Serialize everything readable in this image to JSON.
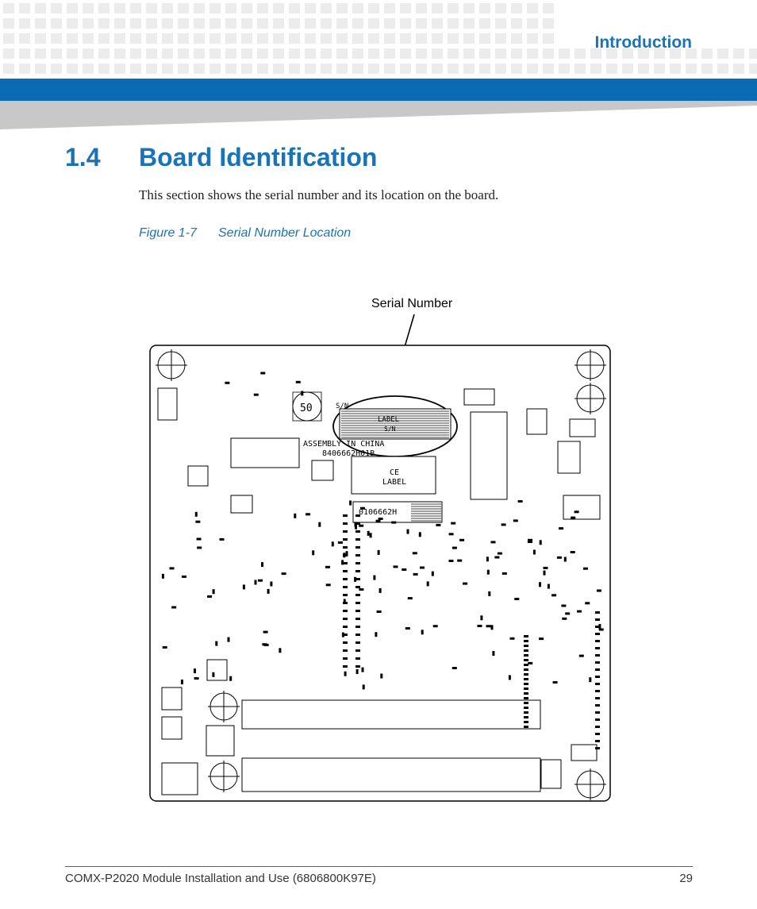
{
  "header": {
    "section_title": "Introduction"
  },
  "content": {
    "section_number": "1.4",
    "section_heading": "Board Identification",
    "body_text": "This section shows the serial number and its location on the board.",
    "figure_number": "Figure 1-7",
    "figure_title": "Serial Number Location"
  },
  "figure": {
    "annotation": "Serial Number",
    "board_labels": {
      "mount_hole_number": "50",
      "sn_prefix": "S/N",
      "label_title": "LABEL",
      "label_sn": "S/N",
      "assembly_text": "ASSEMBLY IN CHINA",
      "part_number": "8406662H01B",
      "ce_line1": "CE",
      "ce_line2": "LABEL",
      "barcode_number": "0106662H"
    }
  },
  "footer": {
    "document_title": "COMX-P2020 Module Installation and Use (6806800K97E)",
    "page_number": "29"
  },
  "colors": {
    "brand_blue": "#0a6ab4",
    "heading_blue": "#1a73b8",
    "band_grey": "#c8c8c8",
    "pattern_grey": "#ececec"
  }
}
